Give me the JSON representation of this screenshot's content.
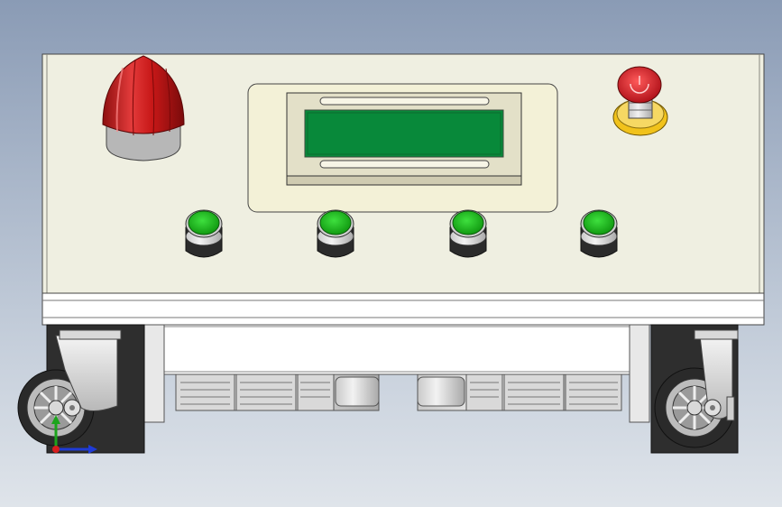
{
  "scene": {
    "background": "#a9b6c9",
    "panel_color": "#efefe1",
    "display_color": "#08893a",
    "button_color": "#1ec21e",
    "beacon_color": "#d21f1f",
    "estop_color": "#d2232a",
    "estop_ring_color": "#f1c21b"
  },
  "controls": {
    "buttons": [
      {
        "name": "green-button-1",
        "color": "#1ec21e"
      },
      {
        "name": "green-button-2",
        "color": "#1ec21e"
      },
      {
        "name": "green-button-3",
        "color": "#1ec21e"
      },
      {
        "name": "green-button-4",
        "color": "#1ec21e"
      }
    ],
    "display": {
      "icon": "lcd-display"
    },
    "beacon": {
      "icon": "warning-beacon"
    },
    "emergency_stop": {
      "icon": "emergency-stop"
    }
  },
  "triad": {
    "x_axis_color": "#1f3bd6",
    "y_axis_color": "#1ca41c",
    "z_axis_color": "#d81e1e"
  }
}
